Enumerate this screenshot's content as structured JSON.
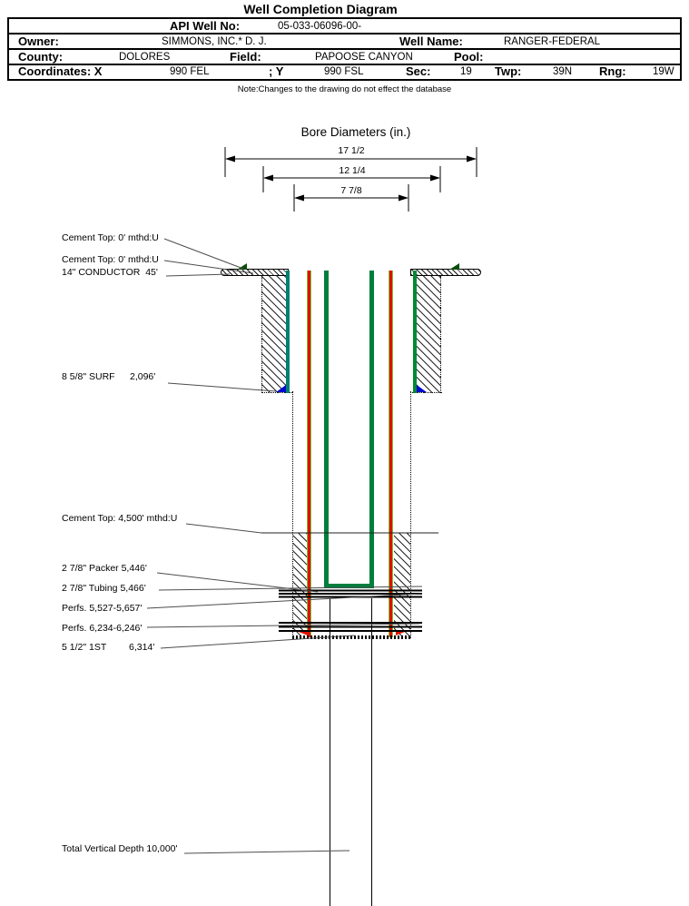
{
  "title": "Well Completion Diagram",
  "header_table": {
    "api_label": "API Well No:",
    "api_value": "05-033-06096-00-",
    "owner_label": "Owner:",
    "owner_value": "SIMMONS, INC.* D. J.",
    "well_name_label": "Well Name:",
    "well_name_value": "RANGER-FEDERAL",
    "county_label": "County:",
    "county_value": "DOLORES",
    "field_label": "Field:",
    "field_value": "PAPOOSE CANYON",
    "pool_label": "Pool:",
    "pool_value": "",
    "coordinates_label": "Coordinates: X",
    "coordinates_x_value": "990 FEL",
    "coordinates_y_label": "; Y",
    "coordinates_y_value": "990 FSL",
    "sec_label": "Sec:",
    "sec_value": "19",
    "twp_label": "Twp:",
    "twp_value": "39N",
    "rng_label": "Rng:",
    "rng_value": "19W"
  },
  "note": "Note:Changes to the drawing do not effect the database",
  "bore_diameters": {
    "title": "Bore Diameters (in.)",
    "values": [
      "17 1/2",
      "12 1/4",
      "7 7/8"
    ]
  },
  "annotations": {
    "cement_top_1": "Cement Top: 0' mthd:U",
    "cement_top_2": "Cement Top: 0' mthd:U",
    "conductor": "14\" CONDUCTOR  45'",
    "surface_casing": "8 5/8\" SURF",
    "surface_casing_depth": "2,096'",
    "cement_top_3": "Cement Top: 4,500' mthd:U",
    "packer": "2 7/8\" Packer 5,446'",
    "tubing": "2 7/8\" Tubing 5,466'",
    "perfs_1": "Perfs. 5,527-5,657'",
    "perfs_2": "Perfs. 6,234-6,246'",
    "first_casing": "5 1/2\" 1ST",
    "first_casing_depth": "6,314'",
    "total_depth": "Total Vertical Depth 10,000'"
  },
  "colors": {
    "casing_red": "#e01000",
    "tubing_green": "#007f3c",
    "surface_casing_left_teal": "#007f72",
    "surface_casing_right_green": "#008833",
    "shoe_marker_blue": "#0008cc",
    "cement_marker_dark_green": "#0a4d0a",
    "line_black": "#000000",
    "leader_gray": "#4d4d4d"
  }
}
